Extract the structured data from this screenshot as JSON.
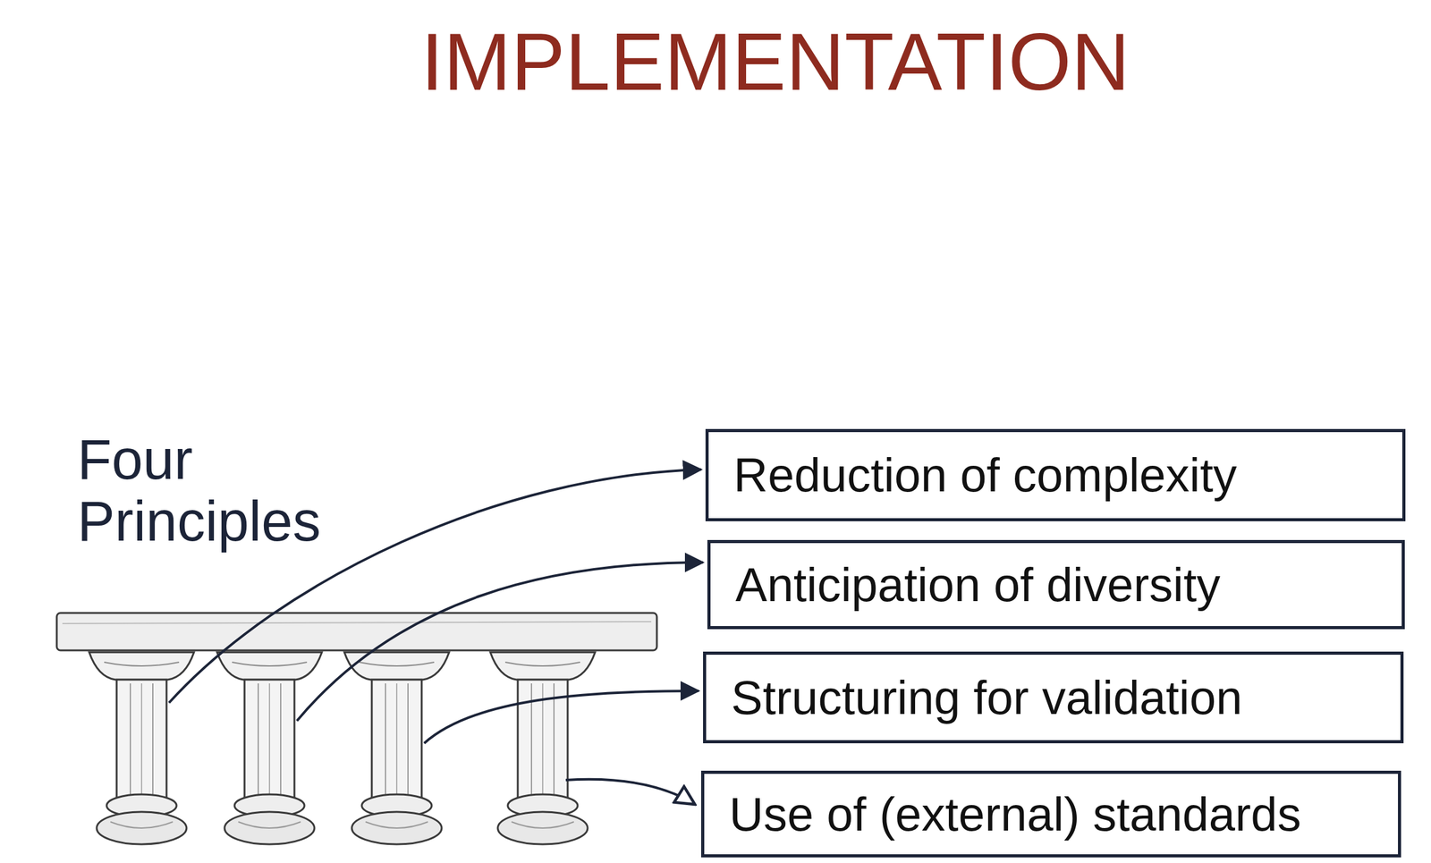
{
  "diagram": {
    "title": "IMPLEMENTATION",
    "nodes": [
      {
        "text": [
          "Reduction of complexity"
        ]
      },
      {
        "text": [
          "Anticipation of diversity"
        ]
      },
      {
        "text": [
          "Structuring for validation"
        ]
      },
      {
        "text": [
          "Use of (external) standards"
        ]
      }
    ],
    "labels": [
      "Four Principles"
    ]
  }
}
